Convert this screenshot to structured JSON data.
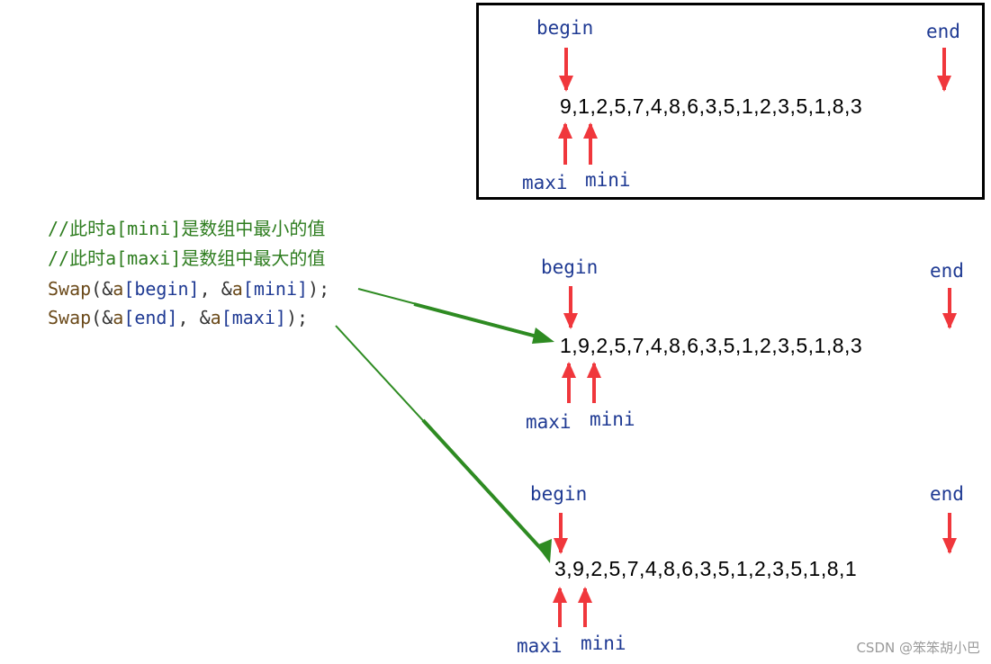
{
  "code": {
    "comment_min": "//此时a[mini]是数组中最小的值",
    "comment_max": "//此时a[maxi]是数组中最大的值",
    "swap1": {
      "fn": "Swap",
      "open": "(&",
      "a1": "a",
      "idx1": "[begin]",
      "sep": ", &",
      "a2": "a",
      "idx2": "[mini]",
      "close": ");"
    },
    "swap2": {
      "fn": "Swap",
      "open": "(&",
      "a1": "a",
      "idx1": "[end]",
      "sep": ", &",
      "a2": "a",
      "idx2": "[maxi]",
      "close": ");"
    }
  },
  "states": [
    {
      "sequence": "9,1,2,5,7,4,8,6,3,5,1,2,3,5,1,8,3",
      "begin_label": "begin",
      "end_label": "end",
      "maxi_label": "maxi",
      "mini_label": "mini"
    },
    {
      "sequence": "1,9,2,5,7,4,8,6,3,5,1,2,3,5,1,8,3",
      "begin_label": "begin",
      "end_label": "end",
      "maxi_label": "maxi",
      "mini_label": "mini"
    },
    {
      "sequence": "3,9,2,5,7,4,8,6,3,5,1,2,3,5,1,8,1",
      "begin_label": "begin",
      "end_label": "end",
      "maxi_label": "maxi",
      "mini_label": "mini"
    }
  ],
  "watermark": "CSDN @笨笨胡小巴",
  "colors": {
    "pointer_arrow": "#f0373c",
    "flow_arrow": "#2e8b22",
    "label": "#1f3a93",
    "comment": "#2e7d1f"
  }
}
